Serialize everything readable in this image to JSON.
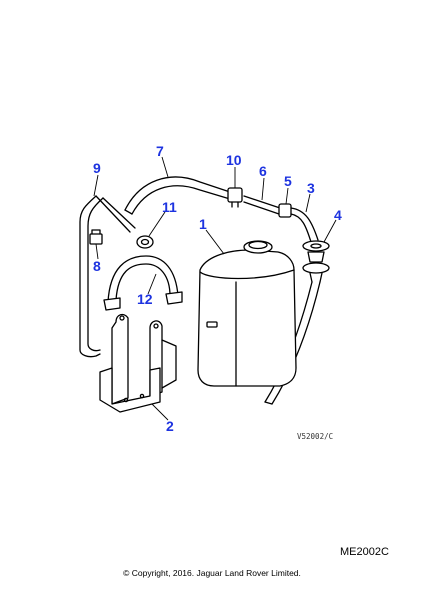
{
  "diagram": {
    "callouts": [
      {
        "id": "1",
        "label": "1"
      },
      {
        "id": "2",
        "label": "2"
      },
      {
        "id": "3",
        "label": "3"
      },
      {
        "id": "4",
        "label": "4"
      },
      {
        "id": "5",
        "label": "5"
      },
      {
        "id": "6",
        "label": "6"
      },
      {
        "id": "7",
        "label": "7"
      },
      {
        "id": "8",
        "label": "8"
      },
      {
        "id": "9",
        "label": "9"
      },
      {
        "id": "10",
        "label": "10"
      },
      {
        "id": "11",
        "label": "11"
      },
      {
        "id": "12",
        "label": "12"
      }
    ],
    "drawing_ref": "V52002/C",
    "callout_color": "#1d33e0"
  },
  "footer": {
    "code": "ME2002C",
    "copyright": "© Copyright, 2016. Jaguar Land Rover Limited."
  }
}
